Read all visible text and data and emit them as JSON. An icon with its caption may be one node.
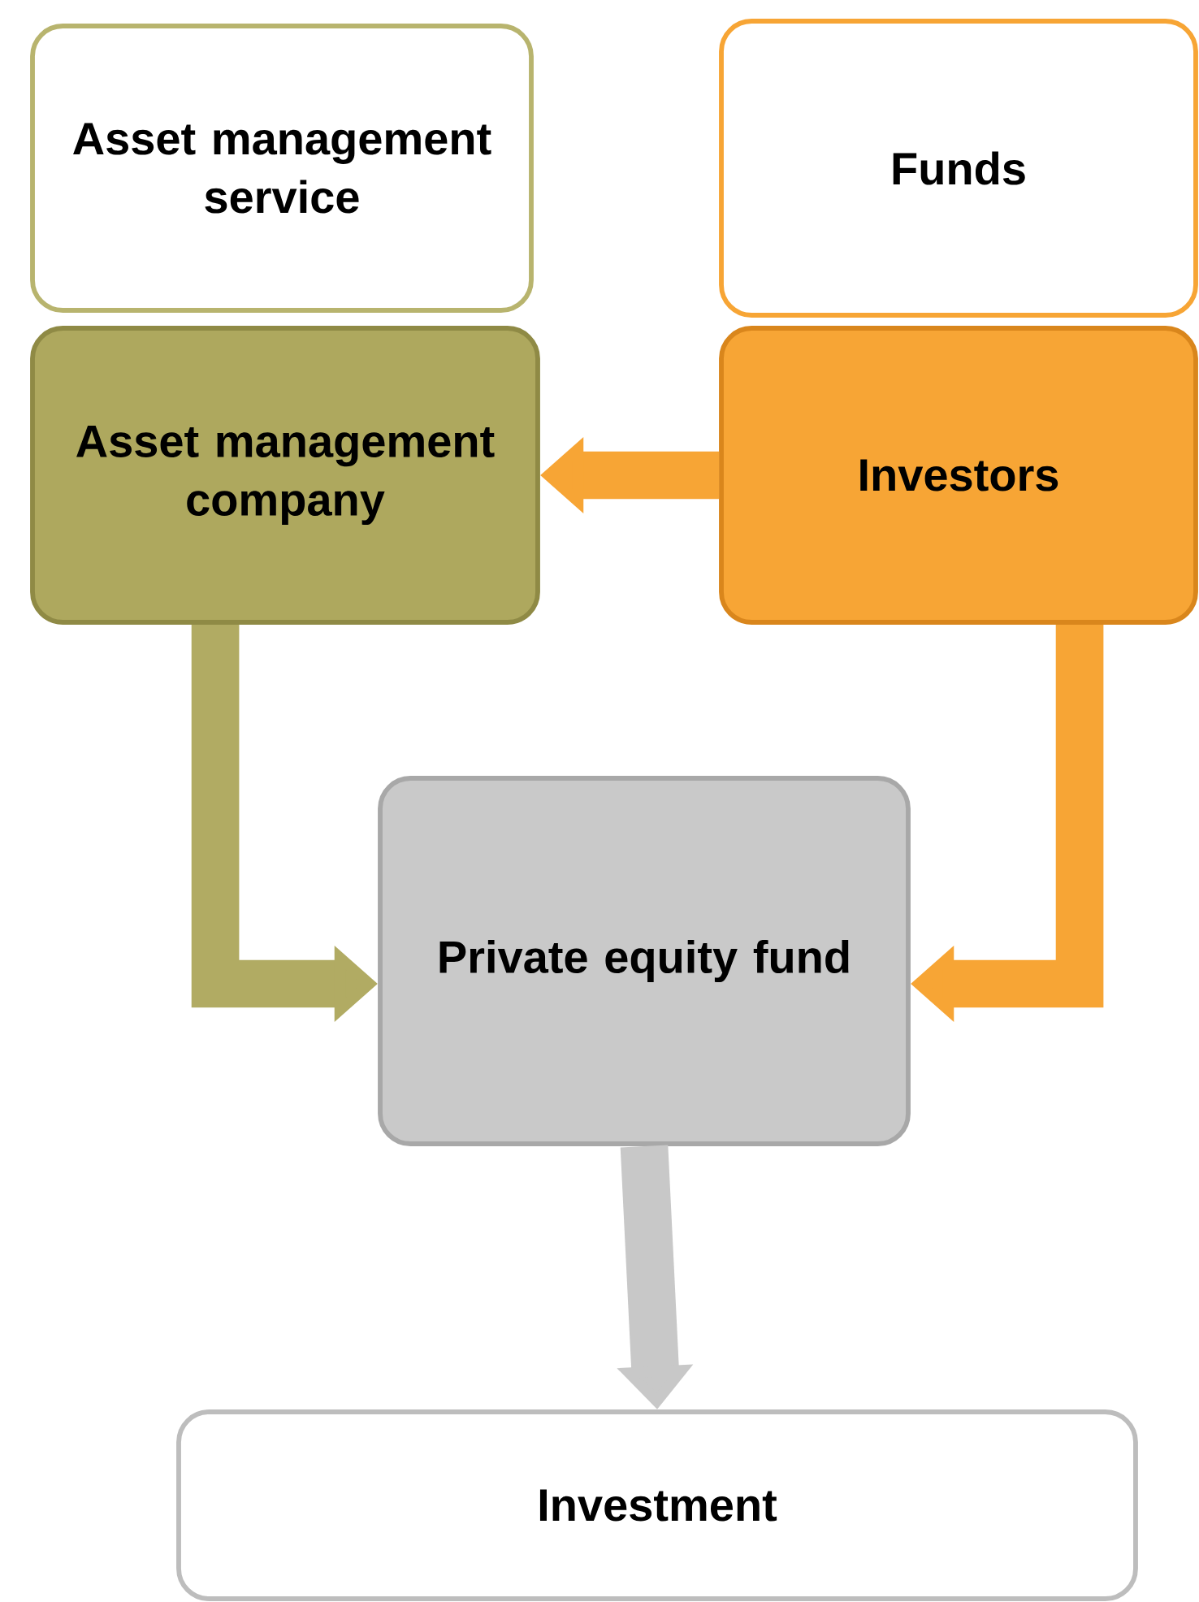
{
  "diagram": {
    "nodes": [
      {
        "text": [
          "Asset management service"
        ]
      },
      {
        "text": [
          "Funds"
        ]
      },
      {
        "text": [
          "Asset management company"
        ]
      },
      {
        "text": [
          "Investors"
        ]
      },
      {
        "text": [
          "Private equity fund"
        ]
      },
      {
        "text": [
          "Investment"
        ]
      }
    ],
    "edges": [
      {
        "from": 3,
        "to": 2,
        "arrow": "to",
        "color": "#f7a535"
      },
      {
        "from": 2,
        "to": 4,
        "arrow": "to",
        "color": "#b1ab63"
      },
      {
        "from": 3,
        "to": 4,
        "arrow": "to",
        "color": "#f7a535"
      },
      {
        "from": 4,
        "to": 5,
        "arrow": "to",
        "color": "#c8c8c8"
      }
    ]
  }
}
